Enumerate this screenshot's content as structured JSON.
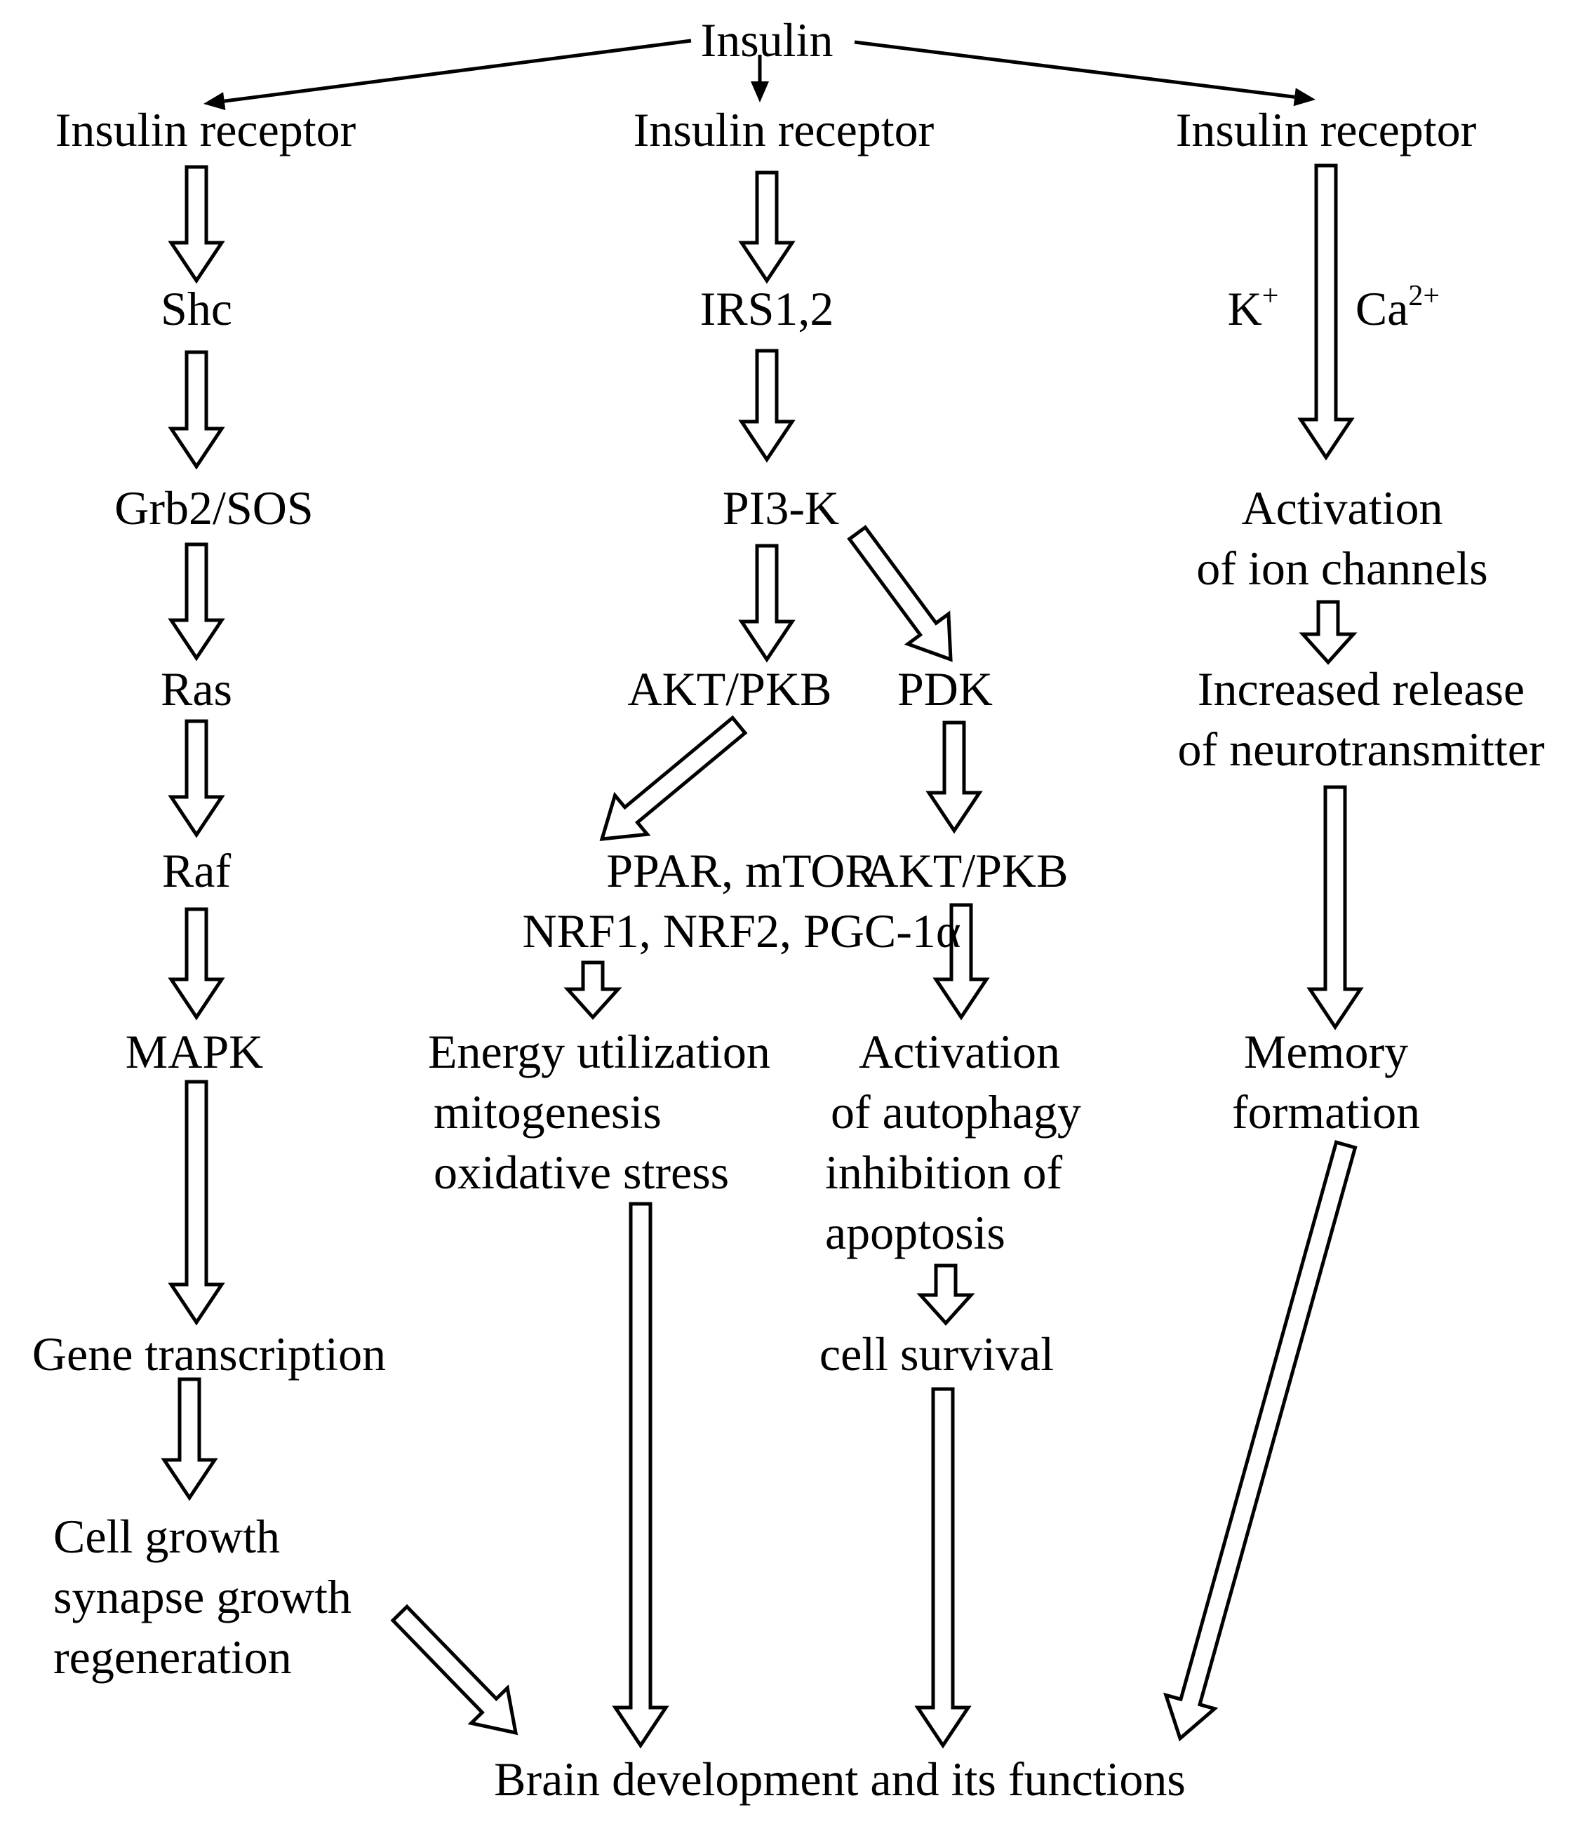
{
  "insulin": "Insulin",
  "left": {
    "receptor": "Insulin receptor",
    "shc": "Shc",
    "grb2": "Grb2/SOS",
    "ras": "Ras",
    "raf": "Raf",
    "mapk": "MAPK",
    "gene": "Gene transcription",
    "growth": [
      "Cell growth",
      "synapse growth",
      "regeneration"
    ]
  },
  "middle": {
    "receptor": "Insulin receptor",
    "irs": "IRS1,2",
    "pi3k": "PI3-K",
    "akt": "AKT/PKB",
    "pdk": "PDK",
    "ppar": [
      "PPAR, mTOR",
      "NRF1, NRF2, PGC-1α"
    ],
    "akt2": "AKT/PKB",
    "energy": [
      "Energy utilization",
      "mitogenesis",
      "oxidative stress"
    ],
    "autophagy": [
      "Activation",
      "of autophagy",
      "inhibition of",
      "apoptosis"
    ],
    "survival": "cell survival"
  },
  "right": {
    "receptor": "Insulin receptor",
    "k_base": "K",
    "k_sup": "+",
    "ca_base": "Ca",
    "ca_sup": "2+",
    "ion": [
      "Activation",
      "of ion channels"
    ],
    "release": [
      "Increased release",
      "of neurotransmitter"
    ],
    "memory": [
      "Memory",
      "formation"
    ]
  },
  "bottom": "Brain development and its functions"
}
